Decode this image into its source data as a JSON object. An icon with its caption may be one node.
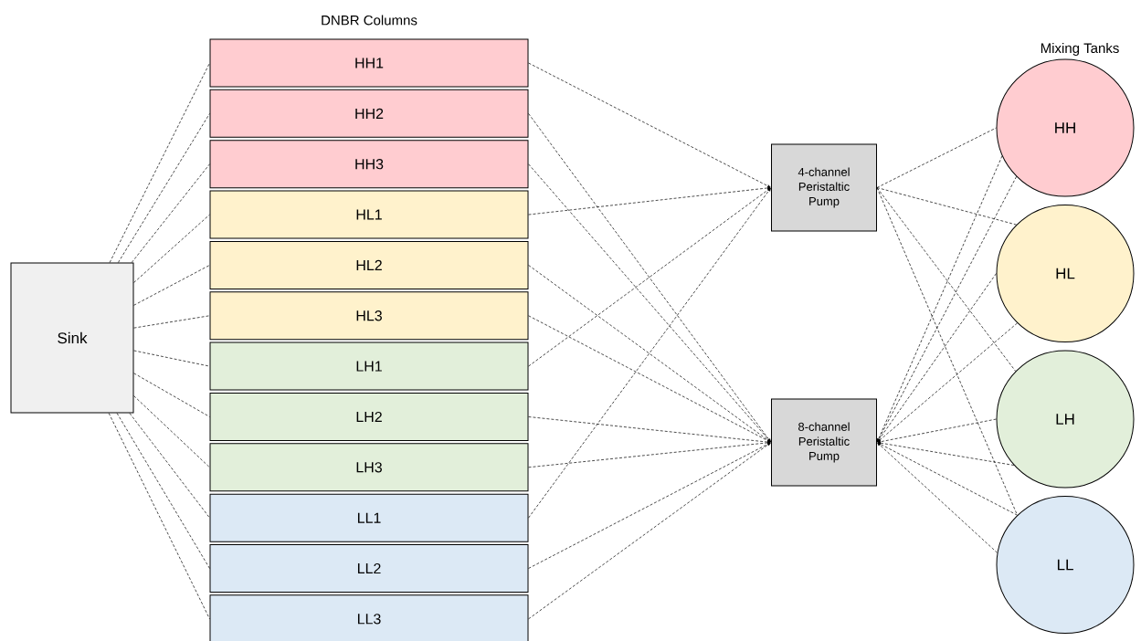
{
  "diagram": {
    "nodes": [
      {
        "text": [
          "Sink"
        ]
      },
      {
        "text": [
          "HH1"
        ]
      },
      {
        "text": [
          "HH2"
        ]
      },
      {
        "text": [
          "HH3"
        ]
      },
      {
        "text": [
          "HL1"
        ]
      },
      {
        "text": [
          "HL2"
        ]
      },
      {
        "text": [
          "HL3"
        ]
      },
      {
        "text": [
          "LH1"
        ]
      },
      {
        "text": [
          "LH2"
        ]
      },
      {
        "text": [
          "LH3"
        ]
      },
      {
        "text": [
          "LL1"
        ]
      },
      {
        "text": [
          "LL2"
        ]
      },
      {
        "text": [
          "LL3"
        ]
      },
      {
        "text": [
          "4-channel Peristaltic Pump"
        ]
      },
      {
        "text": [
          "8-channel Peristaltic Pump"
        ]
      },
      {
        "text": [
          "HH"
        ]
      },
      {
        "text": [
          "HL"
        ]
      },
      {
        "text": [
          "LH"
        ]
      },
      {
        "text": [
          "LL"
        ]
      }
    ],
    "edges": [
      {
        "from": 0,
        "to": 1,
        "arrow": "none"
      },
      {
        "from": 0,
        "to": 2,
        "arrow": "none"
      },
      {
        "from": 0,
        "to": 3,
        "arrow": "none"
      },
      {
        "from": 0,
        "to": 4,
        "arrow": "none"
      },
      {
        "from": 0,
        "to": 5,
        "arrow": "none"
      },
      {
        "from": 0,
        "to": 6,
        "arrow": "none"
      },
      {
        "from": 0,
        "to": 7,
        "arrow": "none"
      },
      {
        "from": 0,
        "to": 8,
        "arrow": "none"
      },
      {
        "from": 0,
        "to": 9,
        "arrow": "none"
      },
      {
        "from": 0,
        "to": 10,
        "arrow": "none"
      },
      {
        "from": 0,
        "to": 11,
        "arrow": "none"
      },
      {
        "from": 0,
        "to": 12,
        "arrow": "none"
      },
      {
        "from": 1,
        "to": 13,
        "arrow": "to"
      },
      {
        "from": 2,
        "to": 14,
        "arrow": "to"
      },
      {
        "from": 3,
        "to": 14,
        "arrow": "to"
      },
      {
        "from": 4,
        "to": 13,
        "arrow": "to"
      },
      {
        "from": 5,
        "to": 14,
        "arrow": "to"
      },
      {
        "from": 6,
        "to": 14,
        "arrow": "to"
      },
      {
        "from": 7,
        "to": 13,
        "arrow": "to"
      },
      {
        "from": 8,
        "to": 14,
        "arrow": "to"
      },
      {
        "from": 9,
        "to": 14,
        "arrow": "to"
      },
      {
        "from": 10,
        "to": 13,
        "arrow": "to"
      },
      {
        "from": 11,
        "to": 14,
        "arrow": "to"
      },
      {
        "from": 12,
        "to": 14,
        "arrow": "to"
      },
      {
        "from": 13,
        "to": 15,
        "arrow": "none"
      },
      {
        "from": 13,
        "to": 16,
        "arrow": "none"
      },
      {
        "from": 13,
        "to": 17,
        "arrow": "none"
      },
      {
        "from": 13,
        "to": 18,
        "arrow": "none"
      },
      {
        "from": 15,
        "to": 14,
        "arrow": "to"
      },
      {
        "from": 15,
        "to": 14,
        "arrow": "to"
      },
      {
        "from": 16,
        "to": 14,
        "arrow": "to"
      },
      {
        "from": 16,
        "to": 14,
        "arrow": "to"
      },
      {
        "from": 17,
        "to": 14,
        "arrow": "to"
      },
      {
        "from": 17,
        "to": 14,
        "arrow": "to"
      },
      {
        "from": 18,
        "to": 14,
        "arrow": "to"
      },
      {
        "from": 18,
        "to": 14,
        "arrow": "to"
      }
    ],
    "labels": [
      "DNBR Columns",
      "Mixing Tanks"
    ]
  }
}
